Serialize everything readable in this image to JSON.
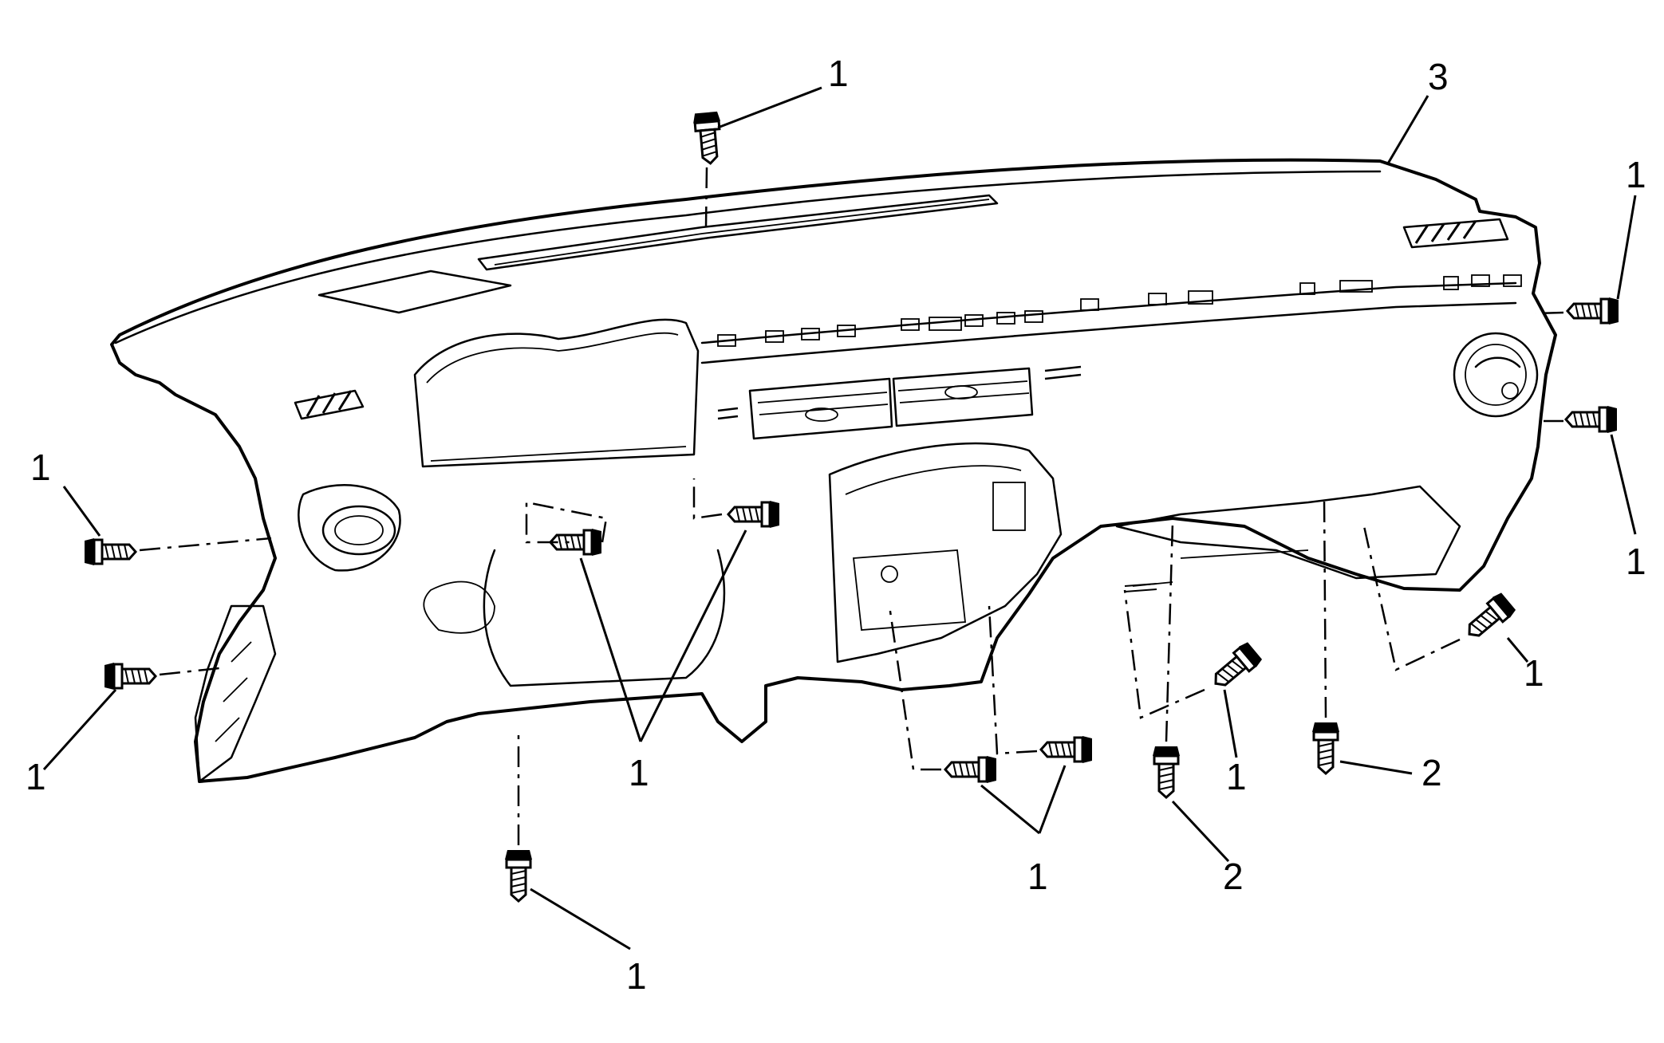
{
  "callouts": {
    "c_top": "1",
    "c_panel": "3",
    "c_right_upper": "1",
    "c_right_lower": "1",
    "c_left_upper": "1",
    "c_left_lower": "1",
    "c_center_pair": "1",
    "c_bottom_left": "1",
    "c_lower_pair": "1",
    "c_mid_right": "1",
    "c_far_right": "1",
    "c_stud_a": "2",
    "c_stud_b": "2"
  },
  "legend_hint": {
    "fastener_bolt": "1",
    "fastener_stud_bolt": "2",
    "instrument_panel": "3"
  }
}
